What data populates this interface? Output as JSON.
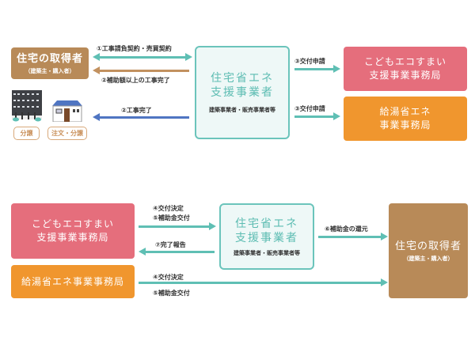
{
  "top": {
    "buyer": {
      "title": "住宅の取得者",
      "sub": "（建築主・購入者）"
    },
    "center": {
      "title_1": "住宅省エネ",
      "title_2": "支援事業者",
      "sub": "建築事業者・販売事業者等"
    },
    "office_kodomo": {
      "line_1": "こどもエコすまい",
      "line_2": "支援事業事務局"
    },
    "office_kyuto": {
      "line_1": "給湯省エネ",
      "line_2": "事業事務局"
    },
    "labels": {
      "contract": "①工事請負契約・売買契約",
      "complete_above": "②補助額以上の工事完了",
      "complete": "②工事完了",
      "apply_1": "③交付申請",
      "apply_2": "③交付申請"
    },
    "tags": {
      "bunjo": "分譲",
      "chumon_bunjo": "注文・分譲"
    },
    "icons": [
      "apartment-building-icon",
      "house-icon"
    ]
  },
  "bottom": {
    "office_kodomo": {
      "line_1": "こどもエコすまい",
      "line_2": "支援事業事務局"
    },
    "office_kyuto": {
      "title": "給湯省エネ事業事務局"
    },
    "center": {
      "title_1": "住宅省エネ",
      "title_2": "支援事業者",
      "sub": "建築事業者・販売事業者等"
    },
    "buyer": {
      "title": "住宅の取得者",
      "sub": "（建築主・購入者）"
    },
    "labels": {
      "decision_1": "④交付決定",
      "payment_1": "⑤補助金交付",
      "report": "⑦完了報告",
      "refund": "⑥補助金の還元",
      "decision_2": "④交付決定",
      "payment_2": "⑤補助金交付"
    }
  },
  "colors": {
    "brown": "#b88a58",
    "pink": "#e56e7c",
    "orange": "#f0962e",
    "teal": "#5fbfb4",
    "blue": "#4f75c2"
  }
}
